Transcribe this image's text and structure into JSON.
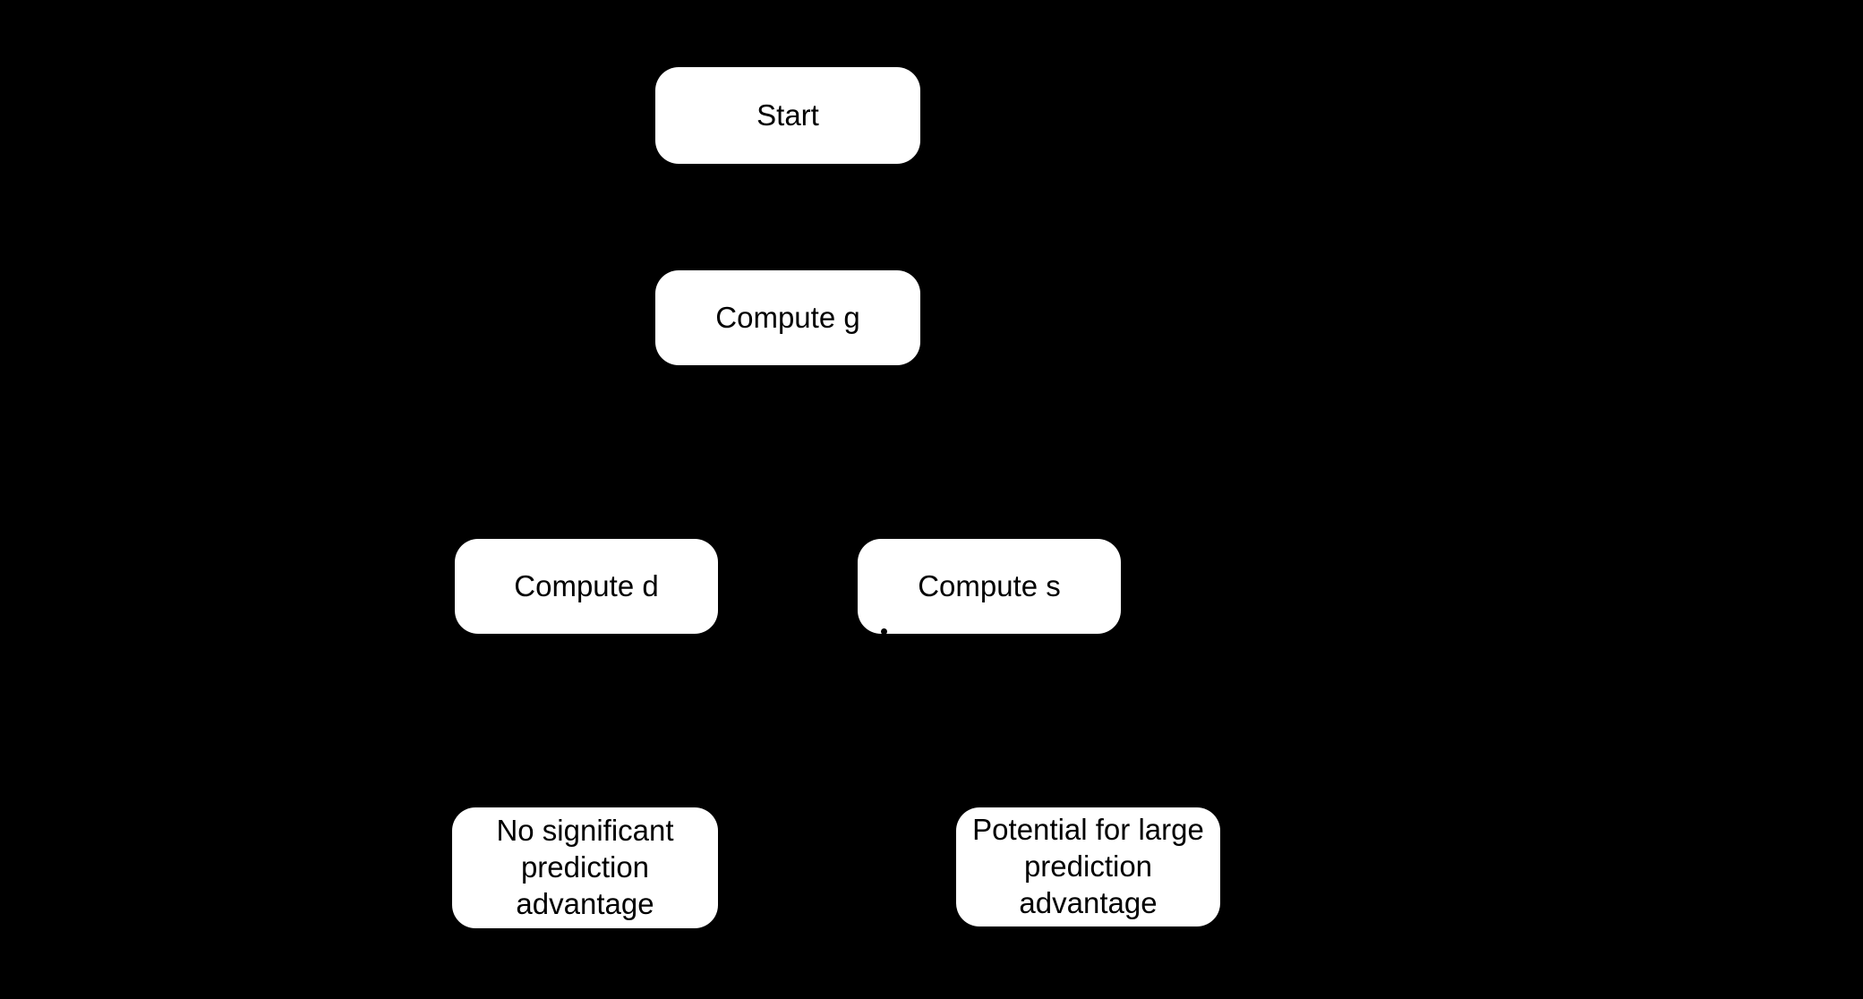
{
  "diagram": {
    "type": "flowchart",
    "background_color": "#000000",
    "node_fill_color": "#ffffff",
    "node_text_color": "#000000",
    "nodes": [
      {
        "id": "start",
        "label": "Start"
      },
      {
        "id": "compute-g",
        "label": "Compute g"
      },
      {
        "id": "compute-d",
        "label": "Compute d"
      },
      {
        "id": "compute-s",
        "label": "Compute s"
      },
      {
        "id": "no-advantage",
        "label": "No significant\nprediction\nadvantage"
      },
      {
        "id": "large-advantage",
        "label": "Potential for large\nprediction\nadvantage"
      }
    ]
  }
}
